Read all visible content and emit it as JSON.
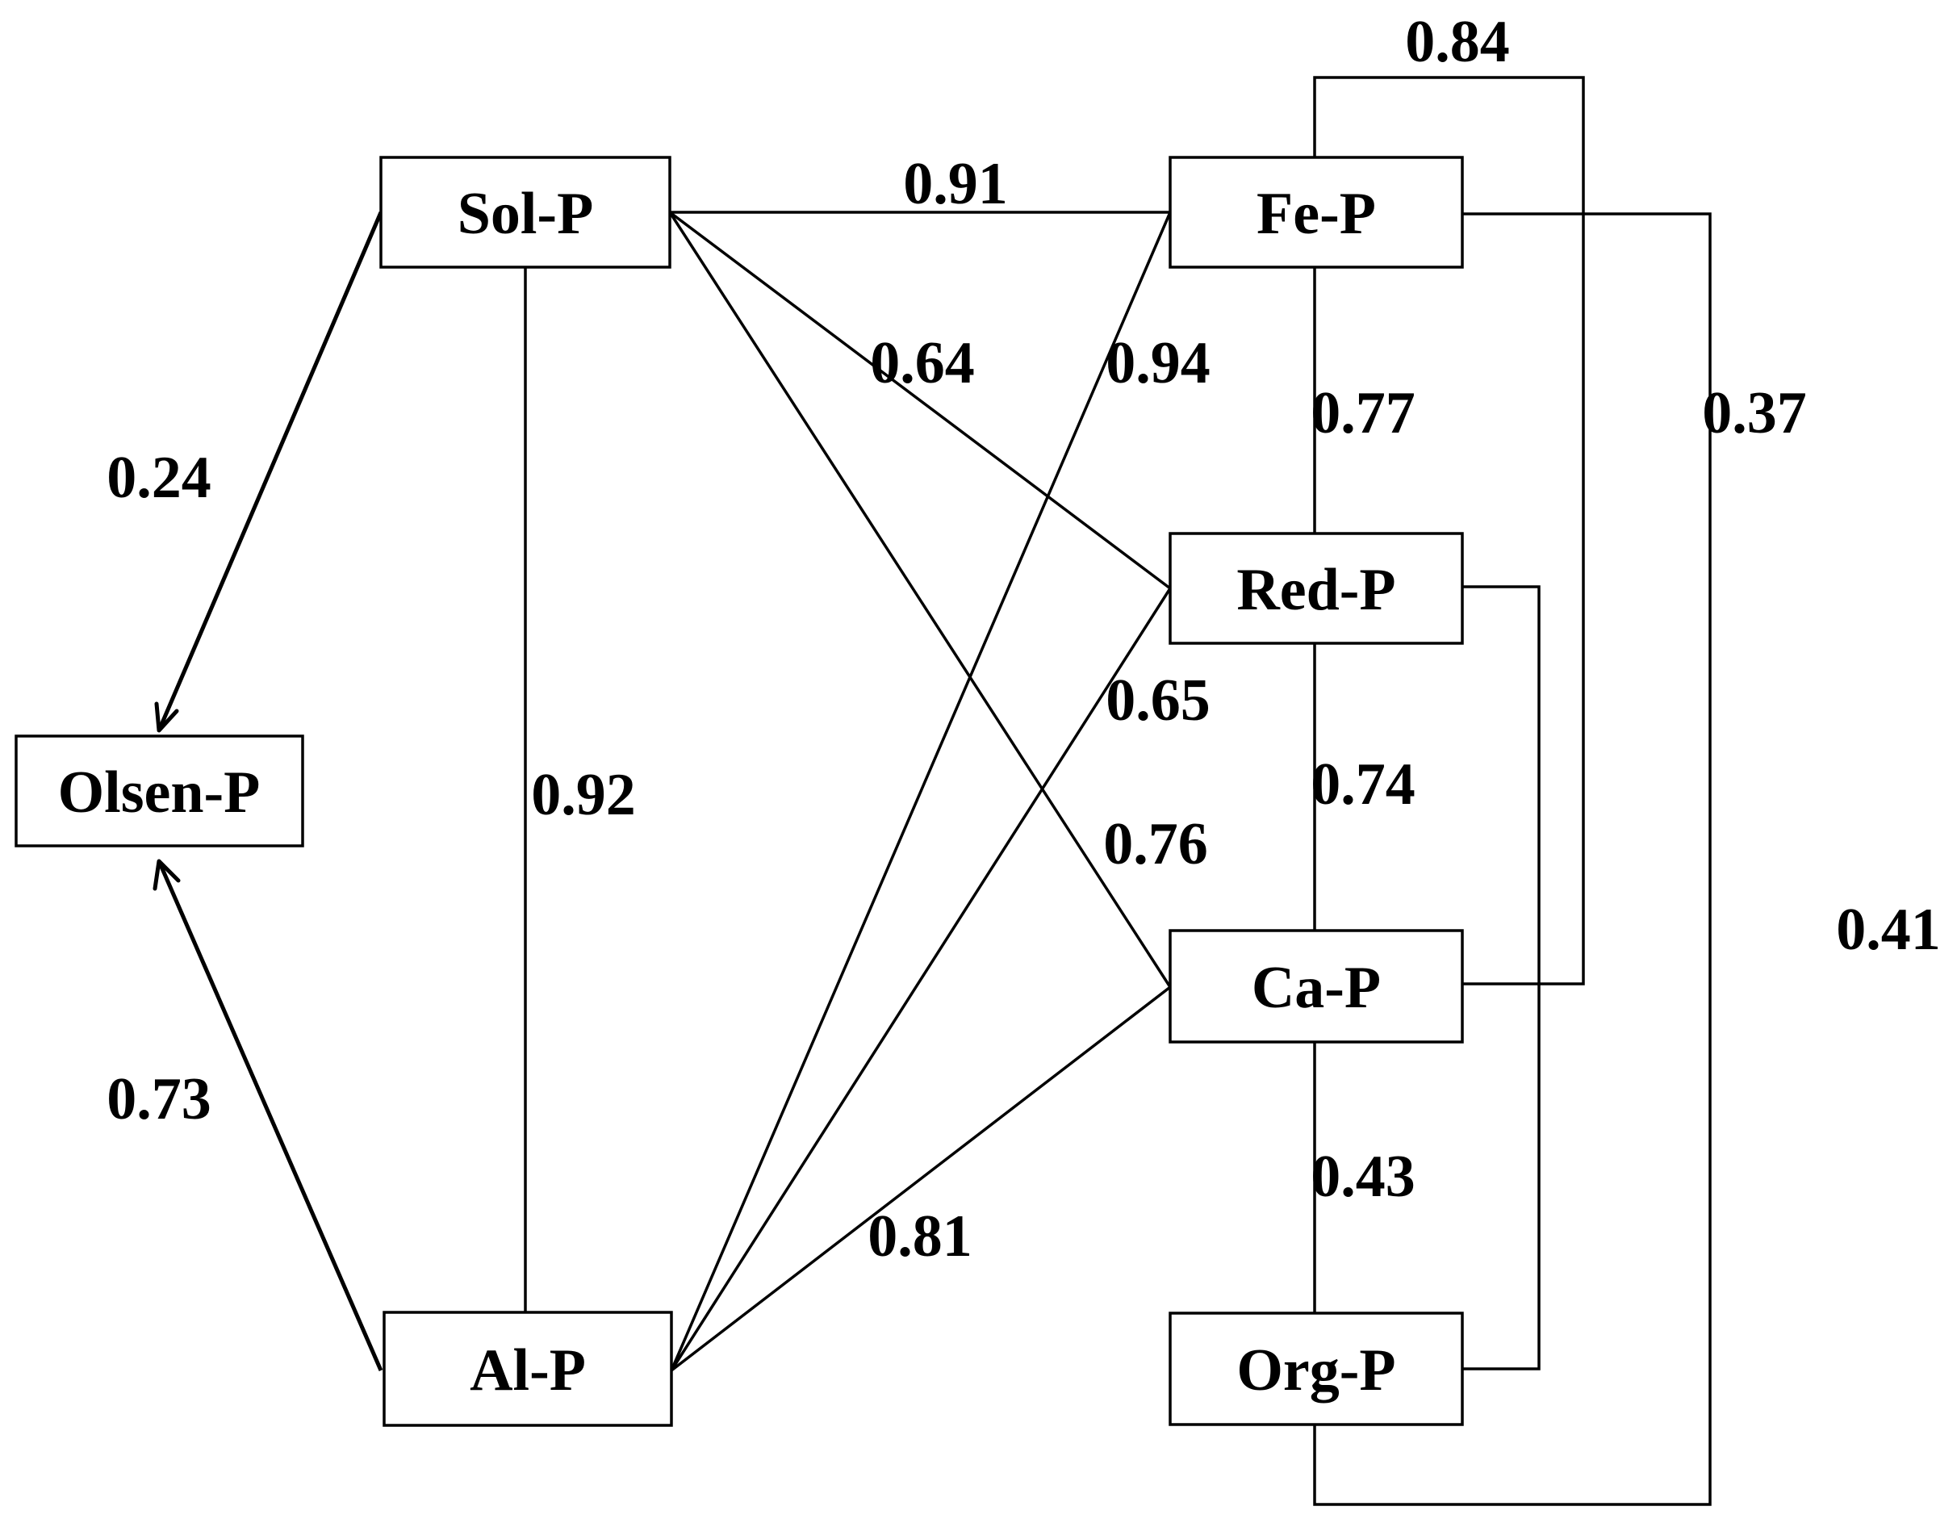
{
  "nodes": {
    "olsen": "Olsen-P",
    "sol": "Sol-P",
    "al": "Al-P",
    "fe": "Fe-P",
    "red": "Red-P",
    "ca": "Ca-P",
    "org": "Org-P"
  },
  "edges": [
    {
      "from": "Sol-P",
      "to": "Olsen-P",
      "value": "0.24",
      "directed": true
    },
    {
      "from": "Al-P",
      "to": "Olsen-P",
      "value": "0.73",
      "directed": true
    },
    {
      "from": "Sol-P",
      "to": "Al-P",
      "value": "0.92"
    },
    {
      "from": "Sol-P",
      "to": "Fe-P",
      "value": "0.91"
    },
    {
      "from": "Sol-P",
      "to": "Red-P",
      "value": "0.64"
    },
    {
      "from": "Sol-P",
      "to": "Ca-P",
      "value": "0.76"
    },
    {
      "from": "Al-P",
      "to": "Fe-P",
      "value": "0.94"
    },
    {
      "from": "Al-P",
      "to": "Red-P",
      "value": "0.65"
    },
    {
      "from": "Al-P",
      "to": "Ca-P",
      "value": "0.81"
    },
    {
      "from": "Fe-P",
      "to": "Red-P",
      "value": "0.77"
    },
    {
      "from": "Red-P",
      "to": "Ca-P",
      "value": "0.74"
    },
    {
      "from": "Ca-P",
      "to": "Org-P",
      "value": "0.43"
    },
    {
      "from": "Fe-P",
      "to": "Ca-P",
      "value": "0.84"
    },
    {
      "from": "Fe-P",
      "to": "Org-P",
      "value": "0.37"
    },
    {
      "from": "Red-P",
      "to": "Org-P",
      "value": "0.41"
    }
  ]
}
